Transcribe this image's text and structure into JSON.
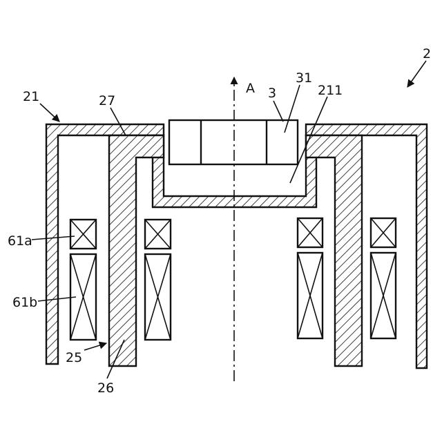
{
  "labels": {
    "fig_ref": "2",
    "housing": "21",
    "core_top": "27",
    "axis": "A",
    "magnet": "3",
    "magnet_part": "31",
    "cup": "211",
    "coil_upper": "61a",
    "coil_lower": "61b",
    "gap": "25",
    "core": "26"
  }
}
